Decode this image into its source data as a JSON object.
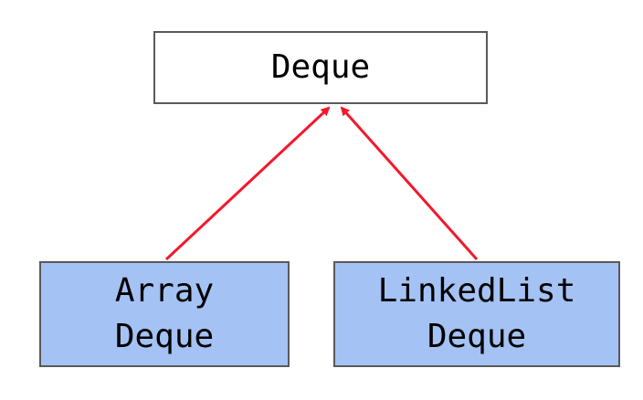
{
  "diagram": {
    "nodes": {
      "deque": {
        "label": "Deque"
      },
      "array_deque": {
        "label_lines": [
          "Array",
          "Deque"
        ]
      },
      "linkedlist_deque": {
        "label_lines": [
          "LinkedList",
          "Deque"
        ]
      }
    },
    "edges": [
      {
        "from": "array_deque",
        "to": "deque",
        "relation": "inherits"
      },
      {
        "from": "linkedlist_deque",
        "to": "deque",
        "relation": "inherits"
      }
    ],
    "colors": {
      "arrow": "#f3182c",
      "subclass_fill": "#a4c2f4",
      "box_border": "#595959",
      "base_fill": "#ffffff"
    }
  }
}
